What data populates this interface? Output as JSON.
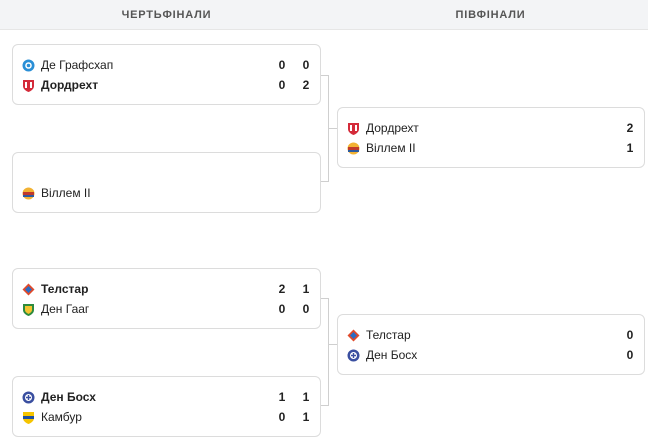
{
  "headers": {
    "quarterfinals": "ЧЕРТЬФІНАЛИ",
    "semifinals": "ПІВФІНАЛИ"
  },
  "quarterfinals": [
    {
      "teams": [
        {
          "name": "Де Графсхап",
          "bold": false,
          "icon": "de-graafschap-logo",
          "scores": [
            "0",
            "0"
          ]
        },
        {
          "name": "Дордрехт",
          "bold": true,
          "icon": "dordrecht-logo",
          "scores": [
            "0",
            "2"
          ]
        }
      ]
    },
    {
      "teams": [
        {
          "name": "",
          "bold": false,
          "icon": "",
          "scores": [
            "",
            ""
          ]
        },
        {
          "name": "Віллем II",
          "bold": false,
          "icon": "willem-ii-logo",
          "scores": [
            "",
            ""
          ]
        }
      ]
    },
    {
      "teams": [
        {
          "name": "Телстар",
          "bold": true,
          "icon": "telstar-logo",
          "scores": [
            "2",
            "1"
          ]
        },
        {
          "name": "Ден Гааг",
          "bold": false,
          "icon": "den-haag-logo",
          "scores": [
            "0",
            "0"
          ]
        }
      ]
    },
    {
      "teams": [
        {
          "name": "Ден Босх",
          "bold": true,
          "icon": "den-bosch-logo",
          "scores": [
            "1",
            "1"
          ]
        },
        {
          "name": "Камбур",
          "bold": false,
          "icon": "cambuur-logo",
          "scores": [
            "0",
            "1"
          ]
        }
      ]
    }
  ],
  "semifinals": [
    {
      "teams": [
        {
          "name": "Дордрехт",
          "bold": false,
          "icon": "dordrecht-logo",
          "scores": [
            "2"
          ]
        },
        {
          "name": "Віллем II",
          "bold": false,
          "icon": "willem-ii-logo",
          "scores": [
            "1"
          ]
        }
      ]
    },
    {
      "teams": [
        {
          "name": "Телстар",
          "bold": false,
          "icon": "telstar-logo",
          "scores": [
            "0"
          ]
        },
        {
          "name": "Ден Босх",
          "bold": false,
          "icon": "den-bosch-logo",
          "scores": [
            "0"
          ]
        }
      ]
    }
  ]
}
